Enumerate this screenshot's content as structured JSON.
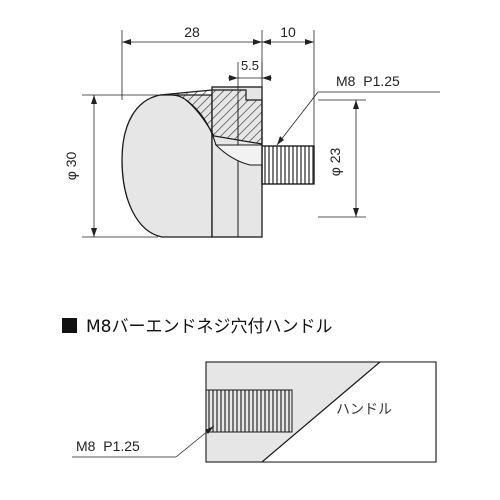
{
  "top_drawing": {
    "dim_length": "28",
    "dim_thread_length": "10",
    "dim_recess": "5.5",
    "dim_outer_diameter": "φ 30",
    "dim_hub_diameter": "φ 23",
    "thread_spec": "M8  P1.25"
  },
  "section_title": "M8バーエンドネジ穴付ハンドル",
  "bottom_drawing": {
    "part_label": "ハンドル",
    "thread_spec": "M8  P1.25"
  },
  "colors": {
    "part_fill": "#e6e6e6",
    "line": "#1a1a1a",
    "accent_bullet": "#111111"
  }
}
